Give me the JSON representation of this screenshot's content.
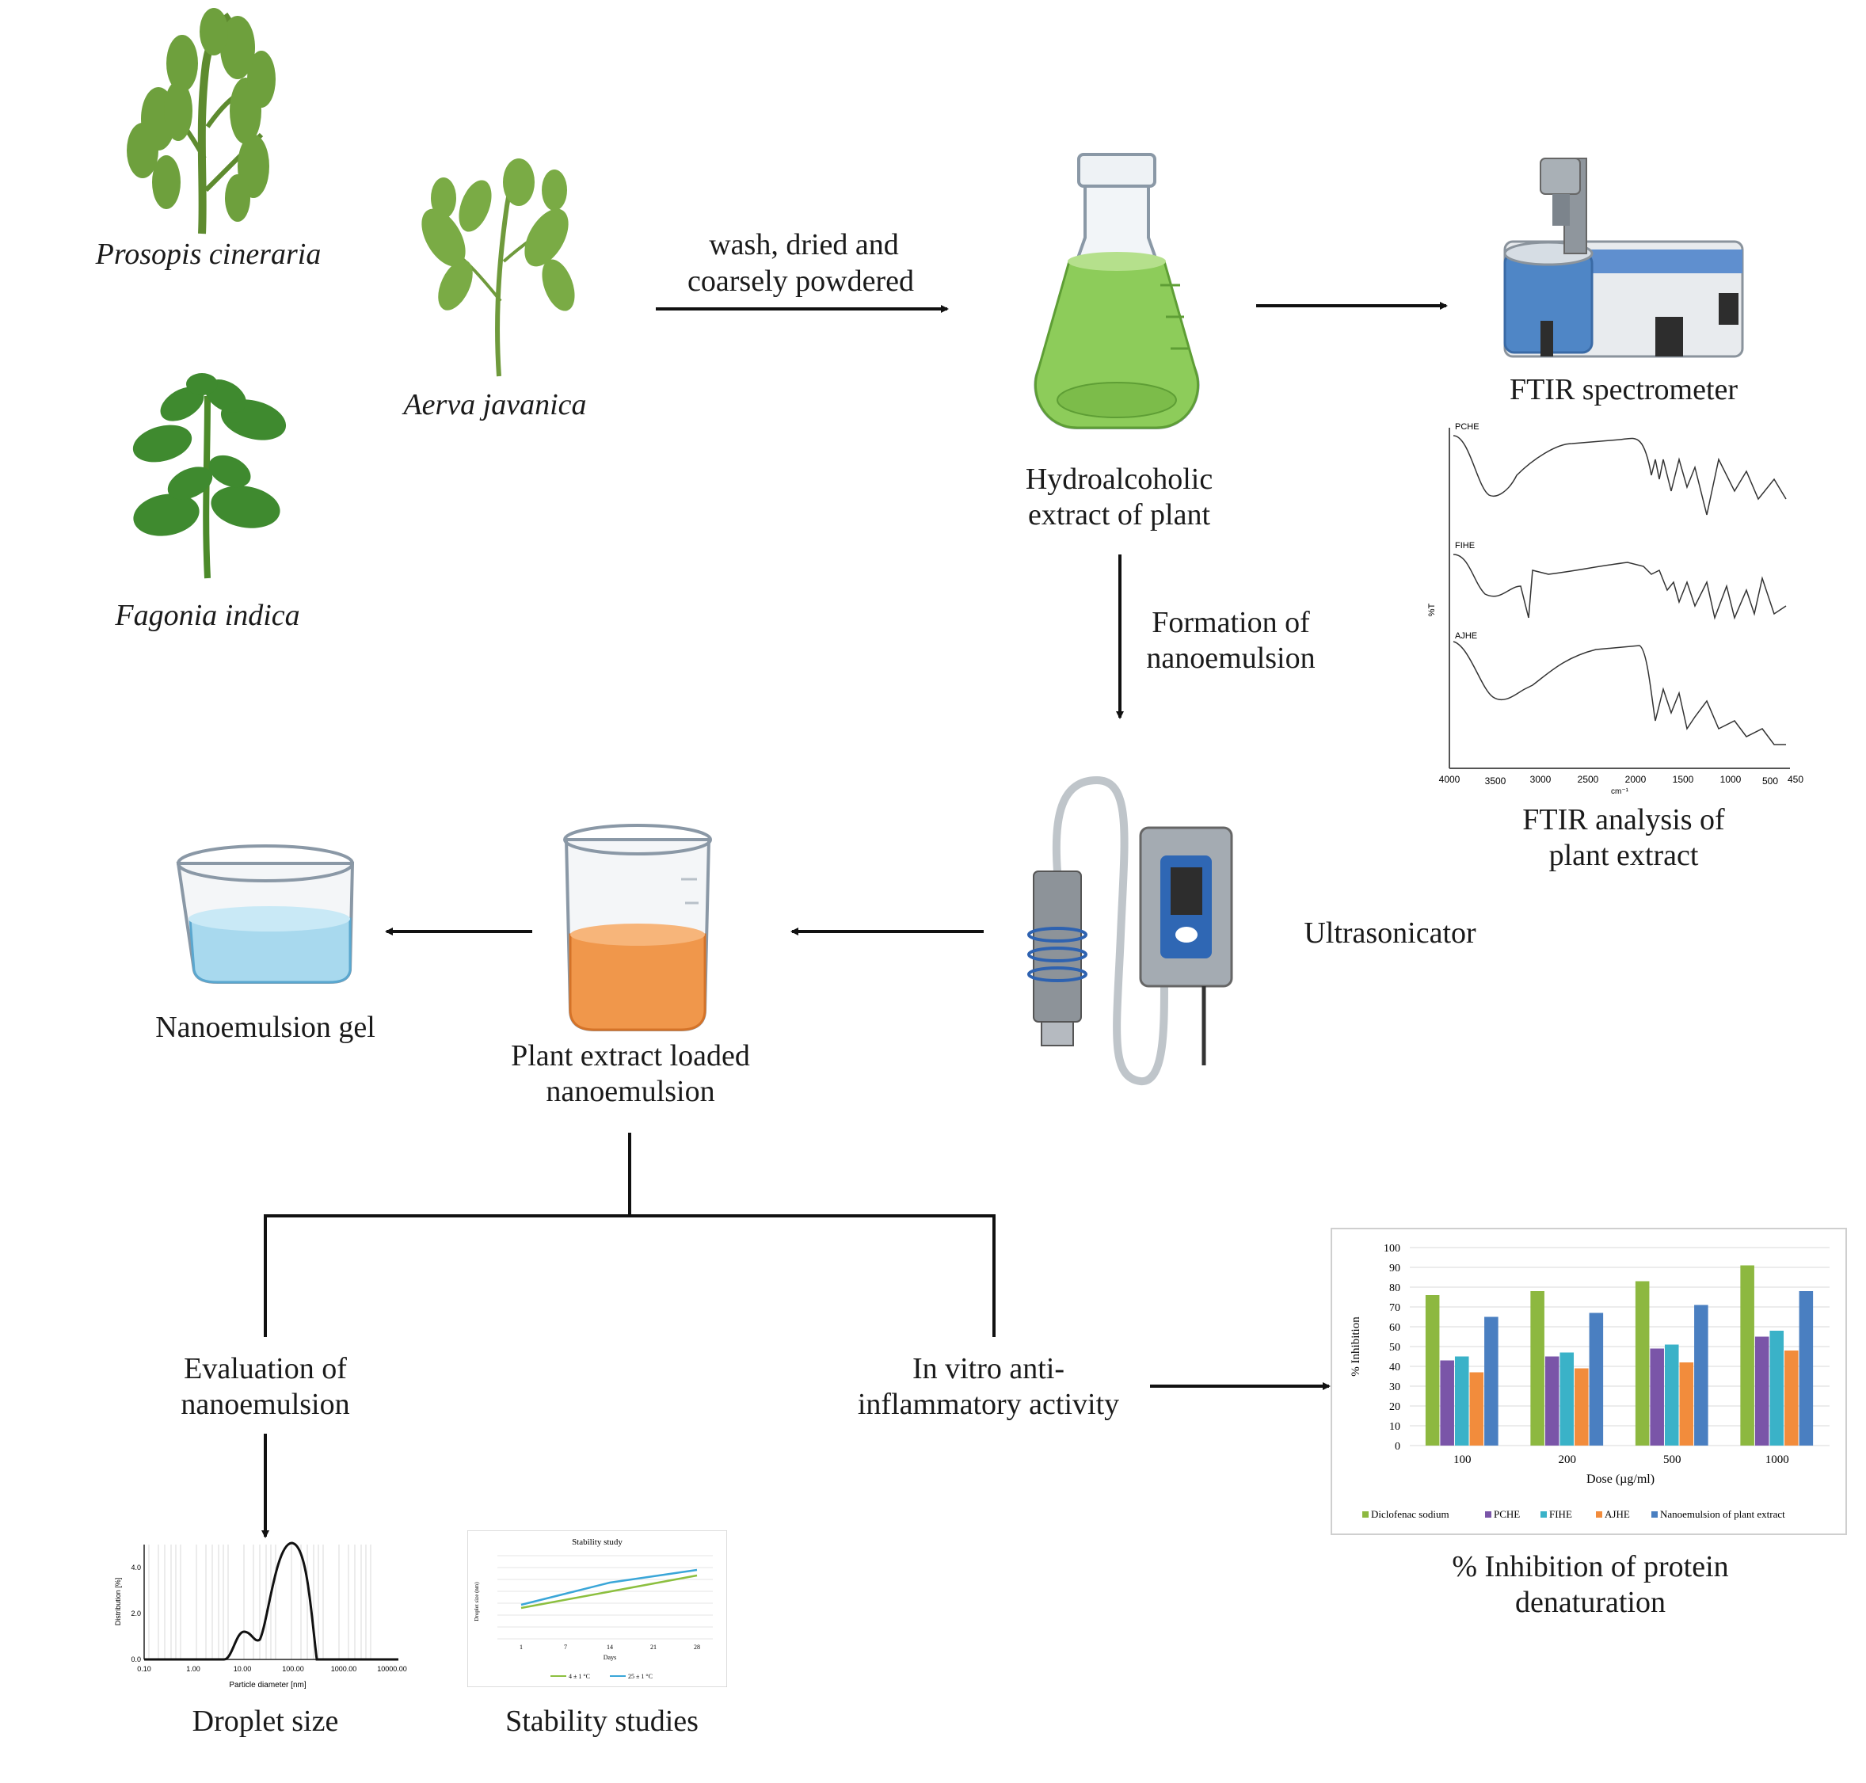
{
  "plants": {
    "prosopis": "Prosopis cineraria",
    "aerva": "Aerva javanica",
    "fagonia": "Fagonia indica"
  },
  "steps": {
    "wash_line1": "wash, dried and",
    "wash_line2": "coarsely powdered",
    "extract_line1": "Hydroalcoholic",
    "extract_line2": "extract of plant",
    "formation_line1": "Formation of",
    "formation_line2": "nanoemulsion",
    "ftir_spectrometer": "FTIR spectrometer",
    "ftir_analysis_line1": "FTIR analysis of",
    "ftir_analysis_line2": "plant extract",
    "ultrasonicator": "Ultrasonicator",
    "loaded_line1": "Plant extract loaded",
    "loaded_line2": "nanoemulsion",
    "gel": "Nanoemulsion gel",
    "evaluation_line1": "Evaluation of",
    "evaluation_line2": "nanoemulsion",
    "invitro_line1": "In vitro anti-",
    "invitro_line2": "inflammatory activity",
    "droplet": "Droplet size",
    "stability": "Stability studies",
    "inhibition_line1": "% Inhibition of protein",
    "inhibition_line2": "denaturation"
  },
  "ftir": {
    "ylabel": "%T",
    "xunit": "cm⁻¹",
    "ticks": [
      "4000",
      "3500",
      "3000",
      "2500",
      "2000",
      "1500",
      "1000",
      "500",
      "450"
    ],
    "traces": [
      "PCHE",
      "FIHE",
      "AJHE"
    ]
  },
  "droplet_plot": {
    "xlabel": "Particle diameter [nm]",
    "ylabel": "Distribution [%]",
    "xticks": [
      "0.10",
      "1.00",
      "10.00",
      "100.00",
      "1000.00",
      "10000.00"
    ],
    "yticks": [
      "0.0",
      "2.0",
      "4.0"
    ]
  },
  "stability_plot": {
    "title": "Stability study",
    "xlabel": "Days",
    "ylabel": "Droplet size (nm)",
    "xticks": [
      "1",
      "7",
      "14",
      "21",
      "28"
    ],
    "legend": [
      "4 ± 1 °C",
      "25 ± 1 °C"
    ],
    "colors": [
      "#8cbf3f",
      "#3aa6d8"
    ]
  },
  "chart_data": {
    "type": "bar",
    "categories": [
      "100",
      "200",
      "500",
      "1000"
    ],
    "series": [
      {
        "name": "Diclofenac sodium",
        "values": [
          76,
          78,
          83,
          91
        ],
        "color": "#8db840"
      },
      {
        "name": "PCHE",
        "values": [
          43,
          45,
          49,
          55
        ],
        "color": "#7a55a8"
      },
      {
        "name": "FIHE",
        "values": [
          45,
          47,
          51,
          58
        ],
        "color": "#3ab2c8"
      },
      {
        "name": "AJHE",
        "values": [
          37,
          39,
          42,
          48
        ],
        "color": "#f28c3c"
      },
      {
        "name": "Nanoemulsion of plant extract",
        "values": [
          65,
          67,
          71,
          78
        ],
        "color": "#4a7fc1"
      }
    ],
    "xlabel": "Dose (µg/ml)",
    "ylabel": "% Inhibition",
    "ylim": [
      0,
      100
    ],
    "yticks": [
      "0",
      "10",
      "20",
      "30",
      "40",
      "50",
      "60",
      "70",
      "80",
      "90",
      "100"
    ],
    "grid": true,
    "legend_position": "bottom"
  }
}
